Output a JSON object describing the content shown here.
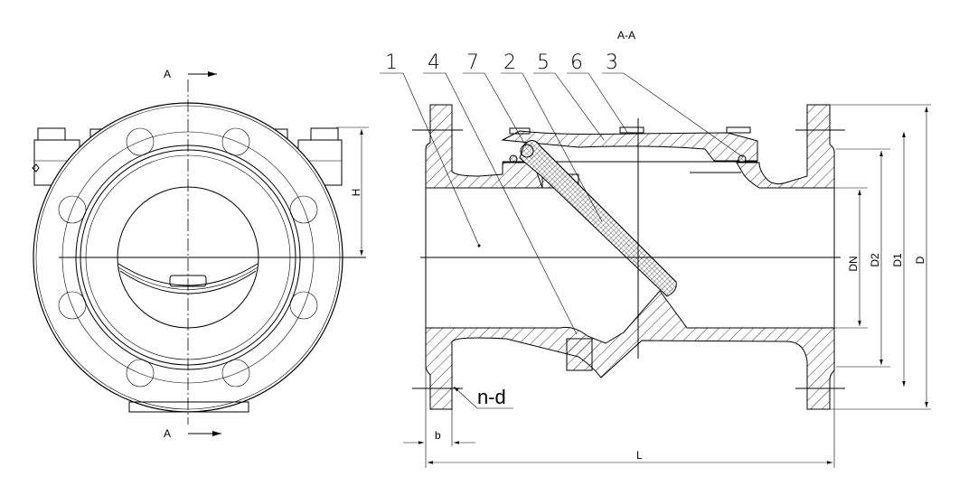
{
  "section_marks": {
    "top": "A",
    "bottom": "A",
    "section_title": "A-A"
  },
  "part_numbers": [
    "1",
    "4",
    "7",
    "2",
    "5",
    "6",
    "3"
  ],
  "dimensions": {
    "height": "H",
    "nominal_diameter": "DN",
    "d2": "D2",
    "d1": "D1",
    "outer_diameter": "D",
    "length": "L",
    "flange_thickness": "b",
    "bolt_holes": "n-d"
  }
}
